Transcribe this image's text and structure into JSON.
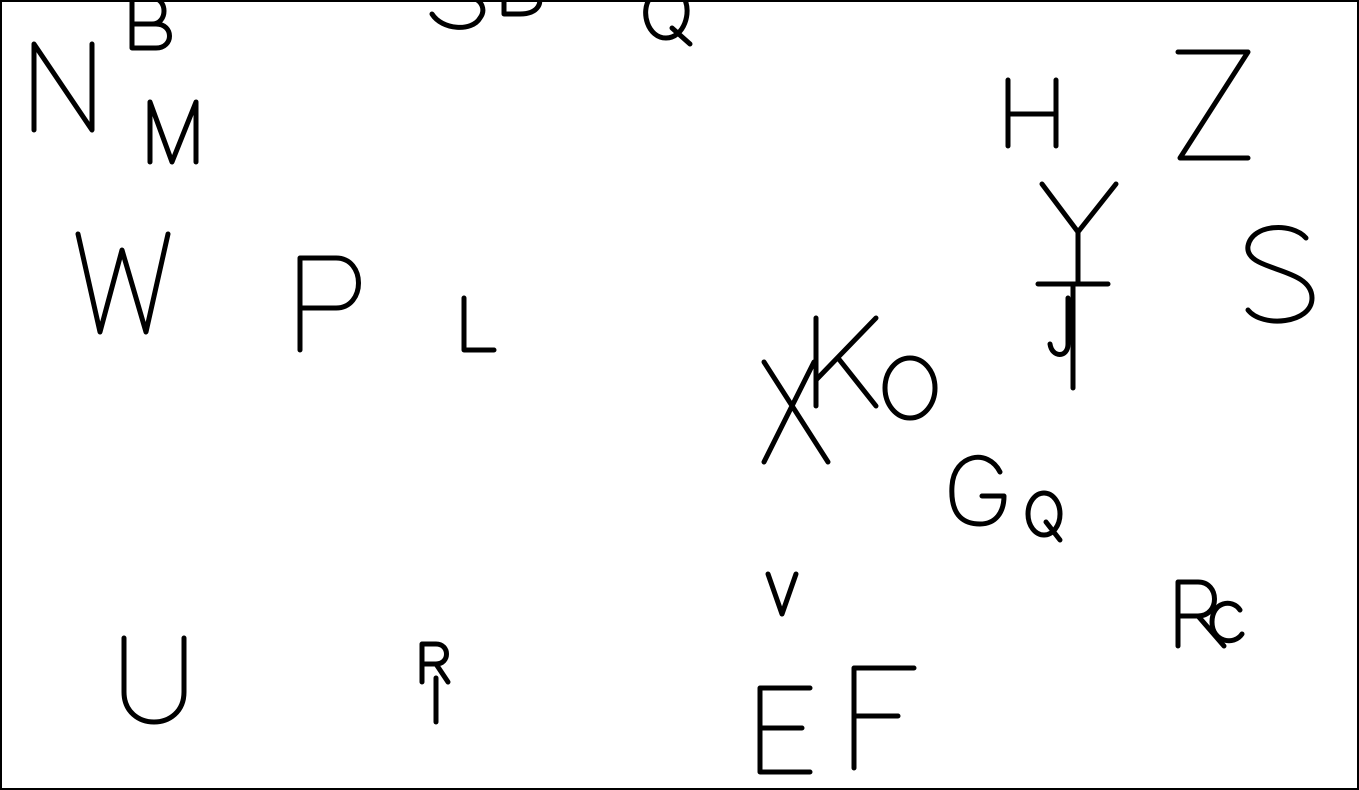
{
  "glyphs": [
    {
      "id": "n",
      "char": "N"
    },
    {
      "id": "b",
      "char": "B"
    },
    {
      "id": "m",
      "char": "M"
    },
    {
      "id": "s-top",
      "char": "S"
    },
    {
      "id": "d-top",
      "char": "D"
    },
    {
      "id": "q-top",
      "char": "Q"
    },
    {
      "id": "h",
      "char": "H"
    },
    {
      "id": "z",
      "char": "Z"
    },
    {
      "id": "y",
      "char": "Y"
    },
    {
      "id": "s-right",
      "char": "S"
    },
    {
      "id": "t",
      "char": "T"
    },
    {
      "id": "j",
      "char": "J"
    },
    {
      "id": "w",
      "char": "W"
    },
    {
      "id": "p",
      "char": "P"
    },
    {
      "id": "l",
      "char": "L"
    },
    {
      "id": "x",
      "char": "X"
    },
    {
      "id": "k",
      "char": "K"
    },
    {
      "id": "o",
      "char": "O"
    },
    {
      "id": "g",
      "char": "G"
    },
    {
      "id": "q-mid",
      "char": "Q"
    },
    {
      "id": "v",
      "char": "V"
    },
    {
      "id": "r-right",
      "char": "R"
    },
    {
      "id": "c",
      "char": "C"
    },
    {
      "id": "u",
      "char": "U"
    },
    {
      "id": "r-small",
      "char": "R"
    },
    {
      "id": "i",
      "char": "I"
    },
    {
      "id": "e",
      "char": "E"
    },
    {
      "id": "f",
      "char": "F"
    }
  ],
  "colors": {
    "stroke": "#000000",
    "background": "#ffffff",
    "border": "#000000"
  }
}
